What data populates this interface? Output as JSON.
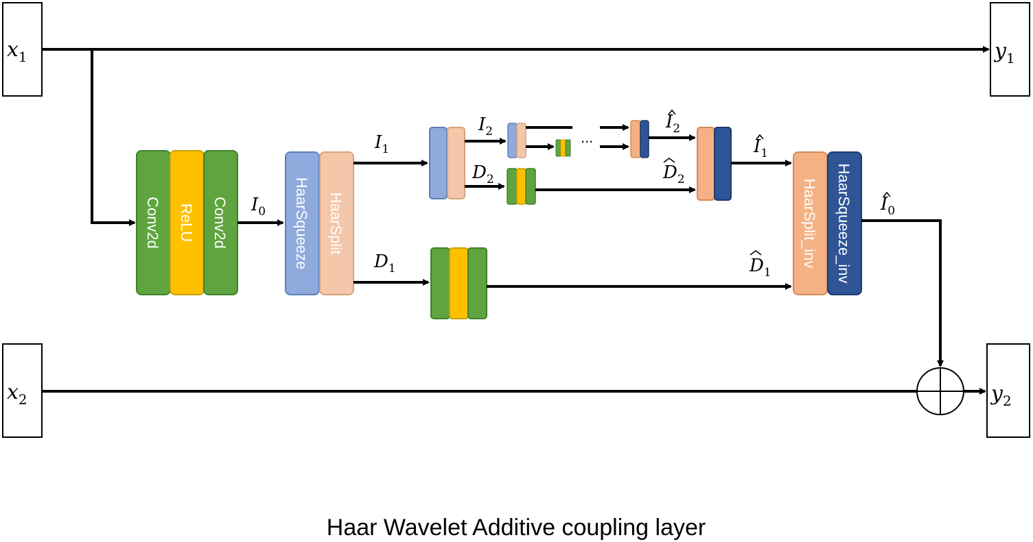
{
  "diagram": {
    "caption": "Haar Wavelet Additive coupling layer",
    "colors": {
      "green": "#5fa53f",
      "green_border": "#3f7f2a",
      "yellow": "#ffc000",
      "yellow_border": "#c9a000",
      "blue": "#8faadc",
      "blue_border": "#5b7fb8",
      "peach": "#f4c7aa",
      "peach_border": "#d8a07a",
      "orange": "#f4b183",
      "orange_border": "#d58a58",
      "navy": "#2f5597",
      "navy_border": "#1f3a6a"
    },
    "io": {
      "x1": {
        "var": "x",
        "sub": "1"
      },
      "x2": {
        "var": "x",
        "sub": "2"
      },
      "y1": {
        "var": "y",
        "sub": "1"
      },
      "y2": {
        "var": "y",
        "sub": "2"
      }
    },
    "blocks": {
      "conv2d_a": "Conv2d",
      "relu": "ReLU",
      "conv2d_b": "Conv2d",
      "haar_squeeze": "HaarSqueeze",
      "haar_split": "HaarSplit",
      "haar_split_inv": "HaarSplit_inv",
      "haar_squeeze_inv": "HaarSqueeze_inv"
    },
    "labels": {
      "I0": {
        "var": "I",
        "sub": "0"
      },
      "I1": {
        "var": "I",
        "sub": "1"
      },
      "I2": {
        "var": "I",
        "sub": "2"
      },
      "D1": {
        "var": "D",
        "sub": "1"
      },
      "D2": {
        "var": "D",
        "sub": "2"
      },
      "I2_hat": {
        "var": "I",
        "sub": "2"
      },
      "D2_hat": {
        "var": "D",
        "sub": "2"
      },
      "I1_hat": {
        "var": "I",
        "sub": "1"
      },
      "D1_hat": {
        "var": "D",
        "sub": "1"
      },
      "I0_hat": {
        "var": "I",
        "sub": "0"
      },
      "ellipsis": "..."
    }
  }
}
